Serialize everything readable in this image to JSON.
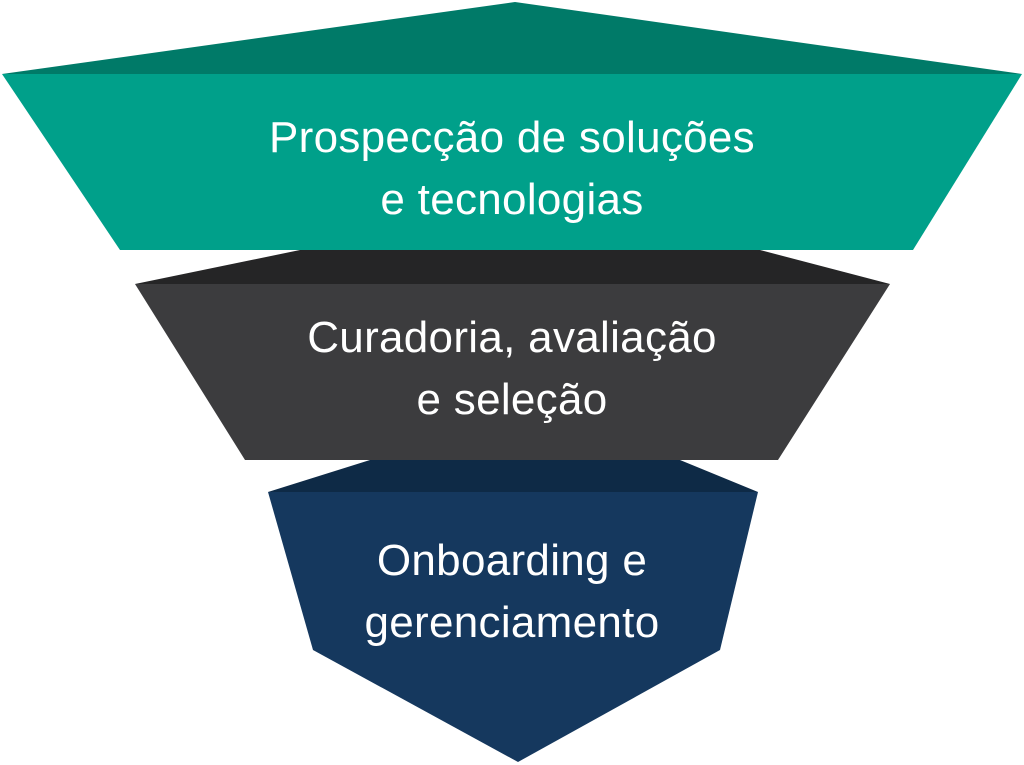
{
  "diagram": {
    "type": "funnel",
    "stages": [
      {
        "lines": [
          "Prospecção de soluções",
          "e tecnologias"
        ],
        "color": "#00A08A",
        "top_color": "#007A68"
      },
      {
        "lines": [
          "Curadoria, avaliação",
          "e seleção"
        ],
        "color": "#3C3C3E",
        "top_color": "#252526"
      },
      {
        "lines": [
          "Onboarding e",
          "gerenciamento"
        ],
        "color": "#15385E",
        "top_color": "#0E2A46"
      }
    ]
  }
}
